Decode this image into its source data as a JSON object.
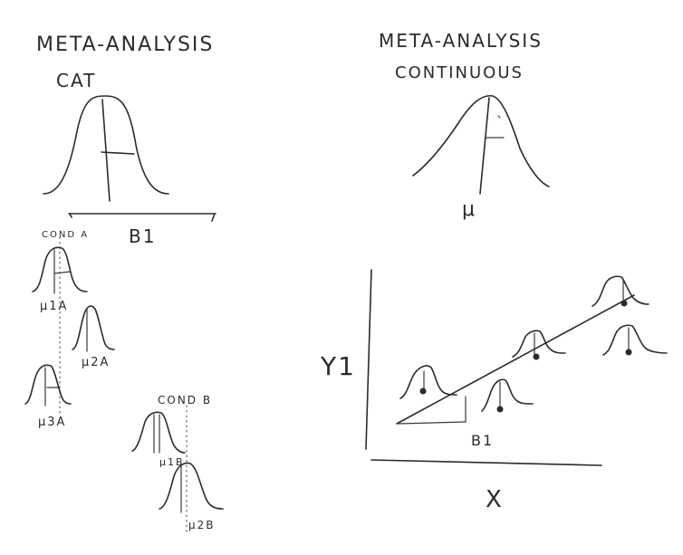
{
  "left_panel": {
    "title_line1": "META-ANALYSIS",
    "title_line2": "CAT",
    "axis_label": "B1",
    "cond_a_label": "COND A",
    "mu_1a": "μ1A",
    "mu_2a": "μ2A",
    "mu_3a": "μ3A",
    "cond_b_label": "COND B",
    "mu_1b": "μ1B",
    "mu_2b": "μ2B"
  },
  "right_panel": {
    "title_line1": "META-ANALYSIS",
    "title_line2": "CONTINUOUS",
    "mu_label": "μ",
    "y_label": "Y1",
    "x_label": "X",
    "slope_label": "B1"
  },
  "colors": {
    "ink": "#2b2b2b",
    "background": "#ffffff"
  }
}
